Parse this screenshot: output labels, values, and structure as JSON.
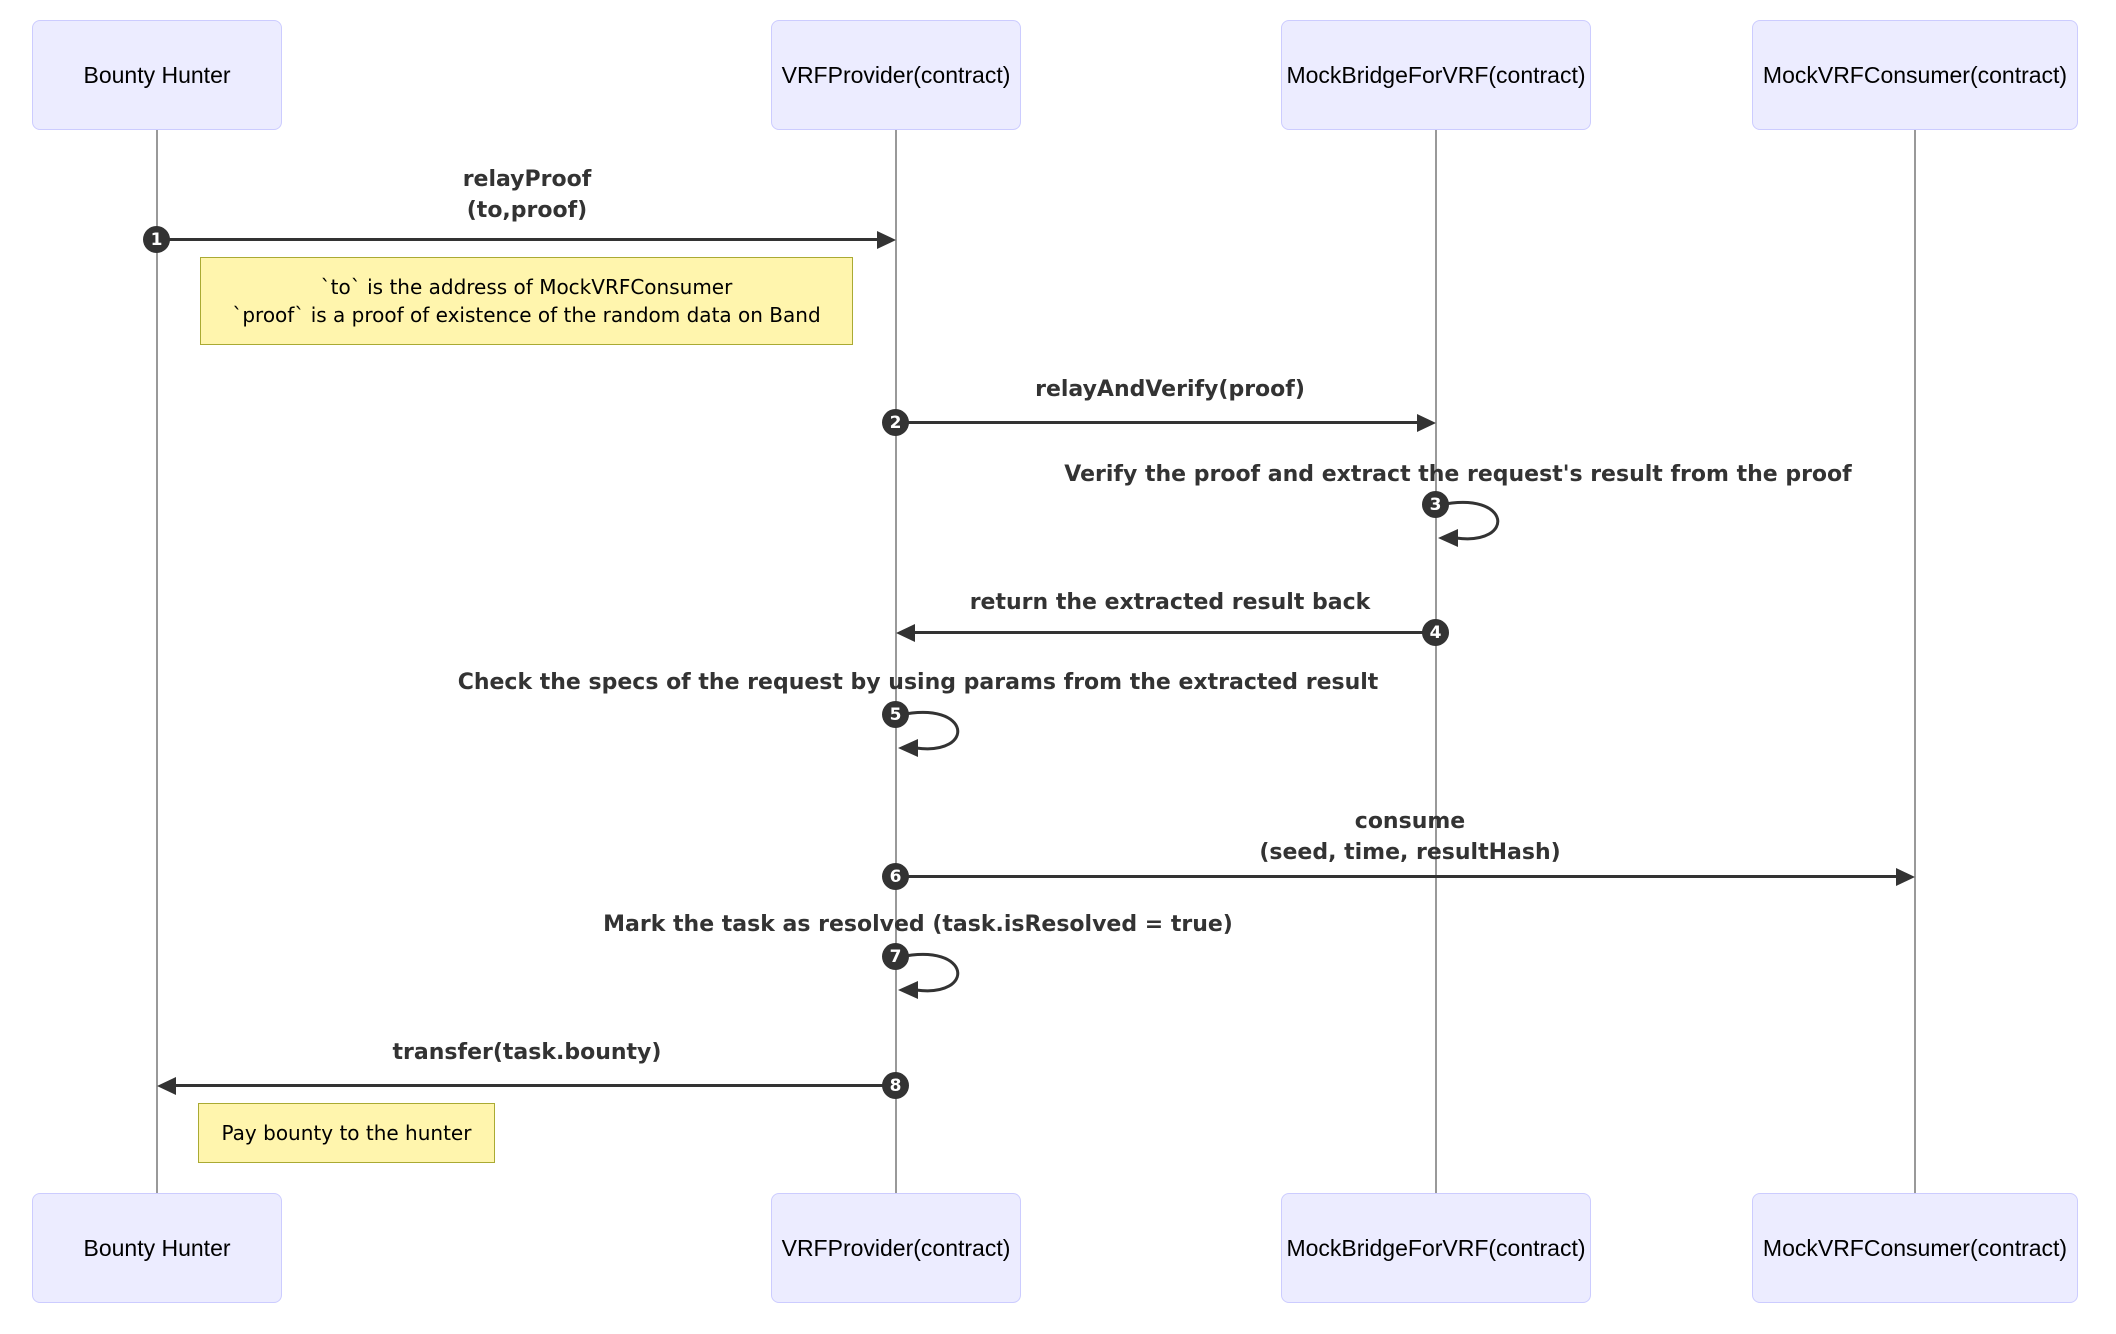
{
  "diagram": {
    "type": "sequence",
    "participants": [
      {
        "label": "Bounty Hunter"
      },
      {
        "label": "VRFProvider(contract)"
      },
      {
        "label": "MockBridgeForVRF(contract)"
      },
      {
        "label": "MockVRFConsumer(contract)"
      }
    ],
    "messages": [
      {
        "seq": "1",
        "from": "Bounty Hunter",
        "to": "VRFProvider(contract)",
        "lines": [
          "relayProof",
          "(to,proof)"
        ]
      },
      {
        "seq": "2",
        "from": "VRFProvider(contract)",
        "to": "MockBridgeForVRF(contract)",
        "lines": [
          "relayAndVerify(proof)"
        ]
      },
      {
        "seq": "3",
        "from": "MockBridgeForVRF(contract)",
        "to": "MockBridgeForVRF(contract)",
        "lines": [
          "Verify the proof and extract the request's result from the proof"
        ]
      },
      {
        "seq": "4",
        "from": "MockBridgeForVRF(contract)",
        "to": "VRFProvider(contract)",
        "lines": [
          "return the extracted result back"
        ]
      },
      {
        "seq": "5",
        "from": "VRFProvider(contract)",
        "to": "VRFProvider(contract)",
        "lines": [
          "Check the specs of the request by using params from the extracted result"
        ]
      },
      {
        "seq": "6",
        "from": "VRFProvider(contract)",
        "to": "MockVRFConsumer(contract)",
        "lines": [
          "consume",
          "(seed, time, resultHash)"
        ]
      },
      {
        "seq": "7",
        "from": "VRFProvider(contract)",
        "to": "VRFProvider(contract)",
        "lines": [
          "Mark the task as resolved (task.isResolved = true)"
        ]
      },
      {
        "seq": "8",
        "from": "VRFProvider(contract)",
        "to": "Bounty Hunter",
        "lines": [
          "transfer(task.bounty)"
        ]
      }
    ],
    "notes": [
      {
        "lines": [
          "`to` is the address of MockVRFConsumer",
          "`proof` is a proof of existence of the random data on Band"
        ]
      },
      {
        "lines": [
          "Pay bounty to the hunter"
        ]
      }
    ],
    "colors": {
      "actor_fill": "#ECECFF",
      "actor_border": "#CCCCFF",
      "note_fill": "#FFF5AD",
      "note_border": "#AAAA33",
      "arrow": "#333333",
      "lifeline": "#999999",
      "badge_fill": "#333333",
      "badge_text": "#FFFFFF"
    }
  }
}
